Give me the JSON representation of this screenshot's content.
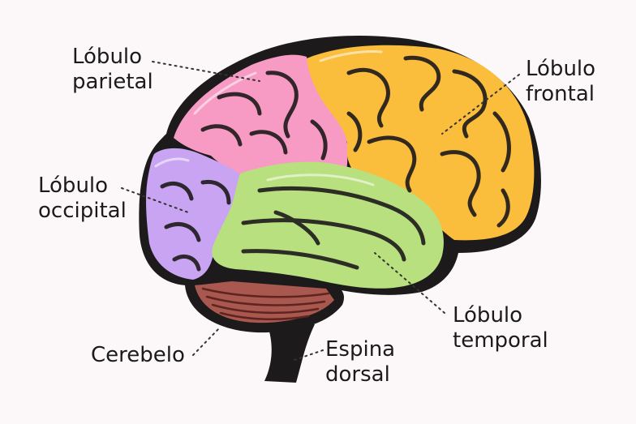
{
  "labels": {
    "parietal": {
      "line1": "Lóbulo",
      "line2": "parietal"
    },
    "frontal": {
      "line1": "Lóbulo",
      "line2": "frontal"
    },
    "occipital": {
      "line1": "Lóbulo",
      "line2": "occipital"
    },
    "temporal": {
      "line1": "Lóbulo",
      "line2": "temporal"
    },
    "cerebellum": {
      "line1": "Cerebelo"
    },
    "spinal": {
      "line1": "Espina",
      "line2": "dorsal"
    }
  },
  "colors": {
    "background": "#fcf8fa",
    "outline": "#1d1a1b",
    "frontal": "#fbbd3c",
    "parietal": "#f79ac4",
    "occipital": "#c9a4f2",
    "temporal": "#b9e07f",
    "cerebellum": "#a8584e",
    "spinal_cord": "#1d1a1b"
  }
}
